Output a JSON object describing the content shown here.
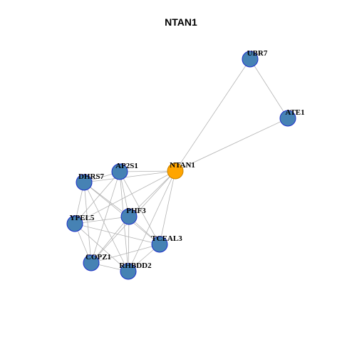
{
  "title": "NTAN1",
  "colors": {
    "focus_node_fill": "#FFA500",
    "focus_node_stroke": "#C98200",
    "node_fill": "#4682B4",
    "node_stroke": "#1C2FC9",
    "edge": "#B3B3B3"
  },
  "focus_node": "NTAN1",
  "nodes": [
    {
      "id": "UBR7",
      "label": "UBR7"
    },
    {
      "id": "ATE1",
      "label": "ATE1"
    },
    {
      "id": "NTAN1",
      "label": "NTAN1"
    },
    {
      "id": "AP2S1",
      "label": "AP2S1"
    },
    {
      "id": "DHRS7",
      "label": "DHRS7"
    },
    {
      "id": "PHF3",
      "label": "PHF3"
    },
    {
      "id": "YPEL5",
      "label": "YPEL5"
    },
    {
      "id": "TCEAL3",
      "label": "TCEAL3"
    },
    {
      "id": "COPZ1",
      "label": "COPZ1"
    },
    {
      "id": "RHBDD2",
      "label": "RHBDD2"
    }
  ],
  "edges": [
    [
      "UBR7",
      "ATE1"
    ],
    [
      "UBR7",
      "NTAN1"
    ],
    [
      "ATE1",
      "NTAN1"
    ],
    [
      "NTAN1",
      "AP2S1"
    ],
    [
      "NTAN1",
      "DHRS7"
    ],
    [
      "NTAN1",
      "PHF3"
    ],
    [
      "NTAN1",
      "YPEL5"
    ],
    [
      "NTAN1",
      "TCEAL3"
    ],
    [
      "NTAN1",
      "COPZ1"
    ],
    [
      "NTAN1",
      "RHBDD2"
    ],
    [
      "AP2S1",
      "DHRS7"
    ],
    [
      "AP2S1",
      "PHF3"
    ],
    [
      "AP2S1",
      "YPEL5"
    ],
    [
      "AP2S1",
      "TCEAL3"
    ],
    [
      "AP2S1",
      "COPZ1"
    ],
    [
      "AP2S1",
      "RHBDD2"
    ],
    [
      "DHRS7",
      "PHF3"
    ],
    [
      "DHRS7",
      "YPEL5"
    ],
    [
      "DHRS7",
      "TCEAL3"
    ],
    [
      "DHRS7",
      "COPZ1"
    ],
    [
      "DHRS7",
      "RHBDD2"
    ],
    [
      "PHF3",
      "YPEL5"
    ],
    [
      "PHF3",
      "TCEAL3"
    ],
    [
      "PHF3",
      "COPZ1"
    ],
    [
      "PHF3",
      "RHBDD2"
    ],
    [
      "YPEL5",
      "TCEAL3"
    ],
    [
      "YPEL5",
      "COPZ1"
    ],
    [
      "YPEL5",
      "RHBDD2"
    ],
    [
      "TCEAL3",
      "COPZ1"
    ],
    [
      "TCEAL3",
      "RHBDD2"
    ],
    [
      "COPZ1",
      "RHBDD2"
    ]
  ]
}
